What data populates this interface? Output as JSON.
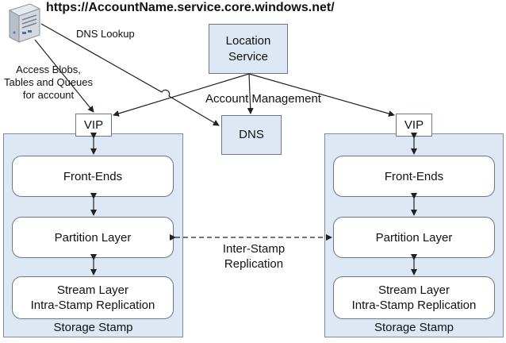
{
  "url": "https://AccountName.service.core.windows.net/",
  "server_icon": "server-icon",
  "edge_labels": {
    "dns_lookup": "DNS Lookup",
    "access": "Access Blobs,\nTables and Queues\nfor account",
    "account_management": "Account Management",
    "inter_stamp": "Inter-Stamp\nReplication"
  },
  "location_service": "Location\nService",
  "dns": "DNS",
  "stamps": [
    {
      "vip": "VIP",
      "front_ends": "Front-Ends",
      "partition_layer": "Partition Layer",
      "stream_layer": "Stream Layer\nIntra-Stamp Replication",
      "label": "Storage Stamp"
    },
    {
      "vip": "VIP",
      "front_ends": "Front-Ends",
      "partition_layer": "Partition Layer",
      "stream_layer": "Stream Layer\nIntra-Stamp Replication",
      "label": "Storage Stamp"
    }
  ],
  "colors": {
    "box_fill": "#dde8f4",
    "line": "#222222"
  }
}
